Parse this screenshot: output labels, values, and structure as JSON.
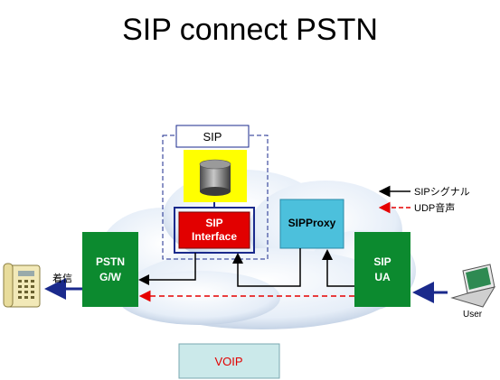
{
  "title": "SIP connect PSTN",
  "legend": {
    "signal_label": "SIPシグナル",
    "udp_label": "UDP音声",
    "signal_color": "#000000",
    "udp_color": "#e60000"
  },
  "nodes": {
    "sip_group_label": "SIP",
    "sip_interface": [
      "SIP",
      "Interface"
    ],
    "sip_proxy": "SIPProxy",
    "pstn_gw": [
      "PSTN",
      "G/W"
    ],
    "sip_ua": [
      "SIP",
      "UA"
    ],
    "incoming_label": "着信",
    "user_label": "User"
  },
  "footer": {
    "voip_label": "VOIP"
  },
  "colors": {
    "green": "#0c8a2f",
    "red": "#e20000",
    "cyan": "#4cc0dc",
    "yellow": "#ffff00",
    "navy": "#1a2a8c",
    "voip_box": "#cbe9ea"
  }
}
